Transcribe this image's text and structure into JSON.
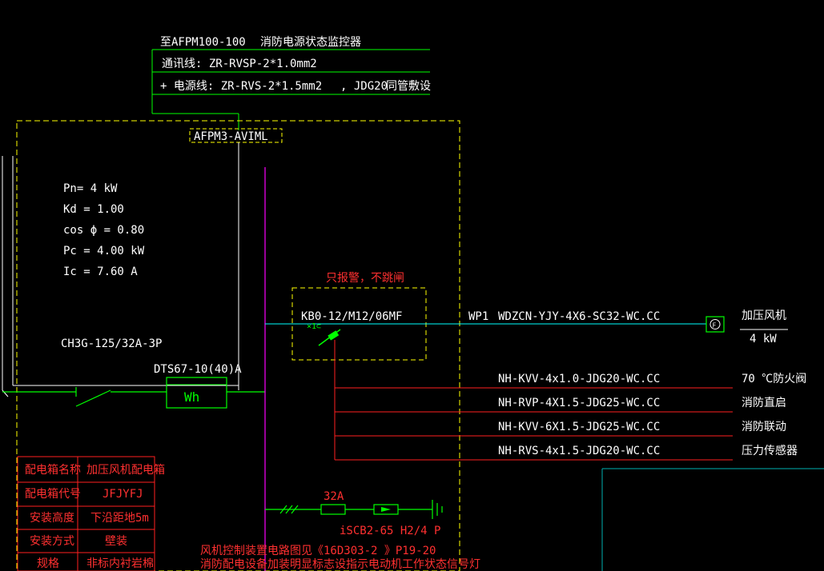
{
  "header": {
    "to_monitor": "至AFPM100-100",
    "monitor_title": "消防电源状态监控器",
    "comm_line": "通讯线: ZR-RVSP-2*1.0mm2",
    "power_line": "+ 电源线: ZR-RVS-2*1.5mm2",
    "conduit": ", JDG20",
    "laying": "同管敷设"
  },
  "module_label": "AFPM3-AVIML",
  "params": {
    "pn": "Pn=  4  kW",
    "kd": "Kd  =  1.00",
    "cos": "cos ϕ  =  0.80",
    "pc": "Pc  =  4.00   kW",
    "ic": "Ic  =  7.60    A"
  },
  "breaker_main": "CH3G-125/32A-3P",
  "meter": {
    "model": "DTS67-10(40)A",
    "label": "Wh"
  },
  "alarm_note": "只报警，不跳闸",
  "motor_breaker": "KB0-12/M12/06MF",
  "circuit_id": "WP1",
  "main_cable": "WDZCN-YJY-4X6-SC32-WC.CC",
  "fan": {
    "symbol": "F",
    "name": "加压风机",
    "power": "4 kW"
  },
  "control_lines": [
    {
      "cable": "NH-KVV-4x1.0-JDG20-WC.CC",
      "target": "70 ℃防火阀"
    },
    {
      "cable": "NH-RVP-4X1.5-JDG25-WC.CC",
      "target": "消防直启"
    },
    {
      "cable": "NH-KVV-6X1.5-JDG25-WC.CC",
      "target": "消防联动"
    },
    {
      "cable": "NH-RVS-4x1.5-JDG20-WC.CC",
      "target": "压力传感器"
    }
  ],
  "spd": {
    "rating": "32A",
    "model": "iSCB2-65 H2/4 P"
  },
  "notes": {
    "line1": "风机控制装置电路图见《16D303-2      》P19-20",
    "line2": "消防配电设备加装明显标志设指示电动机工作状态信号灯"
  },
  "info_table": [
    {
      "label": "配电箱名称",
      "value": "加压风机配电箱"
    },
    {
      "label": "配电箱代号",
      "value": "JFJYFJ"
    },
    {
      "label": "安装高度",
      "value": "下沿距地5m"
    },
    {
      "label": "安装方式",
      "value": "壁装"
    },
    {
      "label": "规格",
      "value": "非标内衬岩棉"
    }
  ],
  "colors": {
    "background": "#000000",
    "cyan_bus": "#00ffff",
    "green_wire": "#00ff00",
    "magenta_bus": "#ff00ff",
    "red_wire": "#ff2020",
    "yellow_box": "#ffff00",
    "cyan_line": "#00b0b0"
  }
}
